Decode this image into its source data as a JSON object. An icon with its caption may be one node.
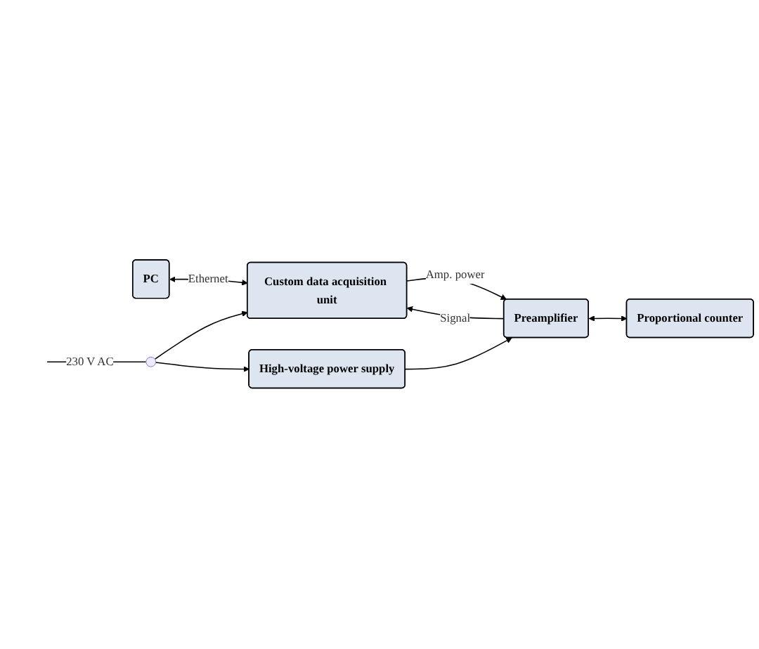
{
  "diagram": {
    "nodes": [
      {
        "text": [
          "PC"
        ]
      },
      {
        "text": [
          "Custom data acquisition unit"
        ]
      },
      {
        "text": [],
        "shape": "circle"
      },
      {
        "text": [
          "High-voltage power supply"
        ]
      },
      {
        "text": [
          "Preamplifier"
        ]
      },
      {
        "text": [
          "Proportional counter"
        ]
      }
    ],
    "edges": [
      {
        "from": 0,
        "to": 1,
        "arrow": "both",
        "label": "Ethernet"
      },
      {
        "from": null,
        "to": 2,
        "arrow": "none",
        "label": "230 V AC"
      },
      {
        "from": 2,
        "to": 1,
        "arrow": "to"
      },
      {
        "from": 2,
        "to": 3,
        "arrow": "to"
      },
      {
        "from": 1,
        "to": 4,
        "arrow": "to",
        "label": "Amp. power"
      },
      {
        "from": 4,
        "to": 1,
        "arrow": "to",
        "label": "Signal"
      },
      {
        "from": 3,
        "to": 4,
        "arrow": "to"
      },
      {
        "from": 4,
        "to": 5,
        "arrow": "both"
      }
    ]
  }
}
